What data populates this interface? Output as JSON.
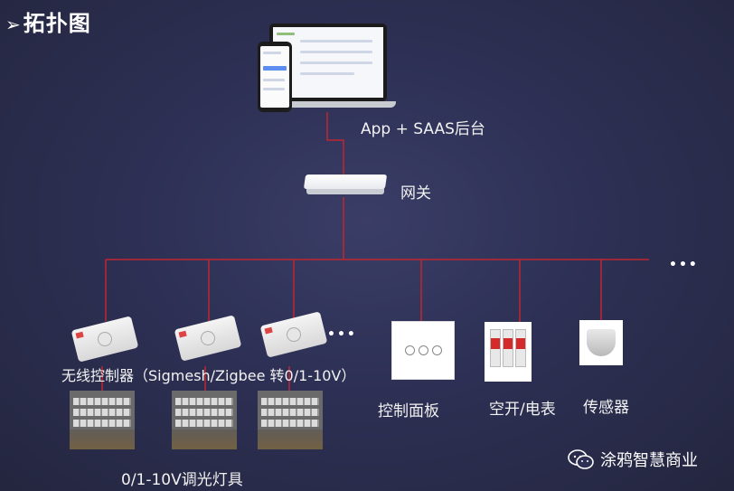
{
  "title": "拓扑图",
  "title_icon": "triangle-arrow-icon",
  "nodes": {
    "app_saas": "App + SAAS后台",
    "gateway": "网关",
    "wireless_controller": "无线控制器（Sigmesh/Zigbee 转0/1-10V）",
    "dimming_lights": "0/1-10V调光灯具",
    "control_panel": "控制面板",
    "breaker_meter": "空开/电表",
    "sensor": "传感器"
  },
  "ellipsis": "•••",
  "watermark": {
    "icon": "wechat-icon",
    "text": "涂鸦智慧商业"
  },
  "colors": {
    "background": "#2d3054",
    "line": "#c0262f",
    "text": "#ffffff"
  }
}
